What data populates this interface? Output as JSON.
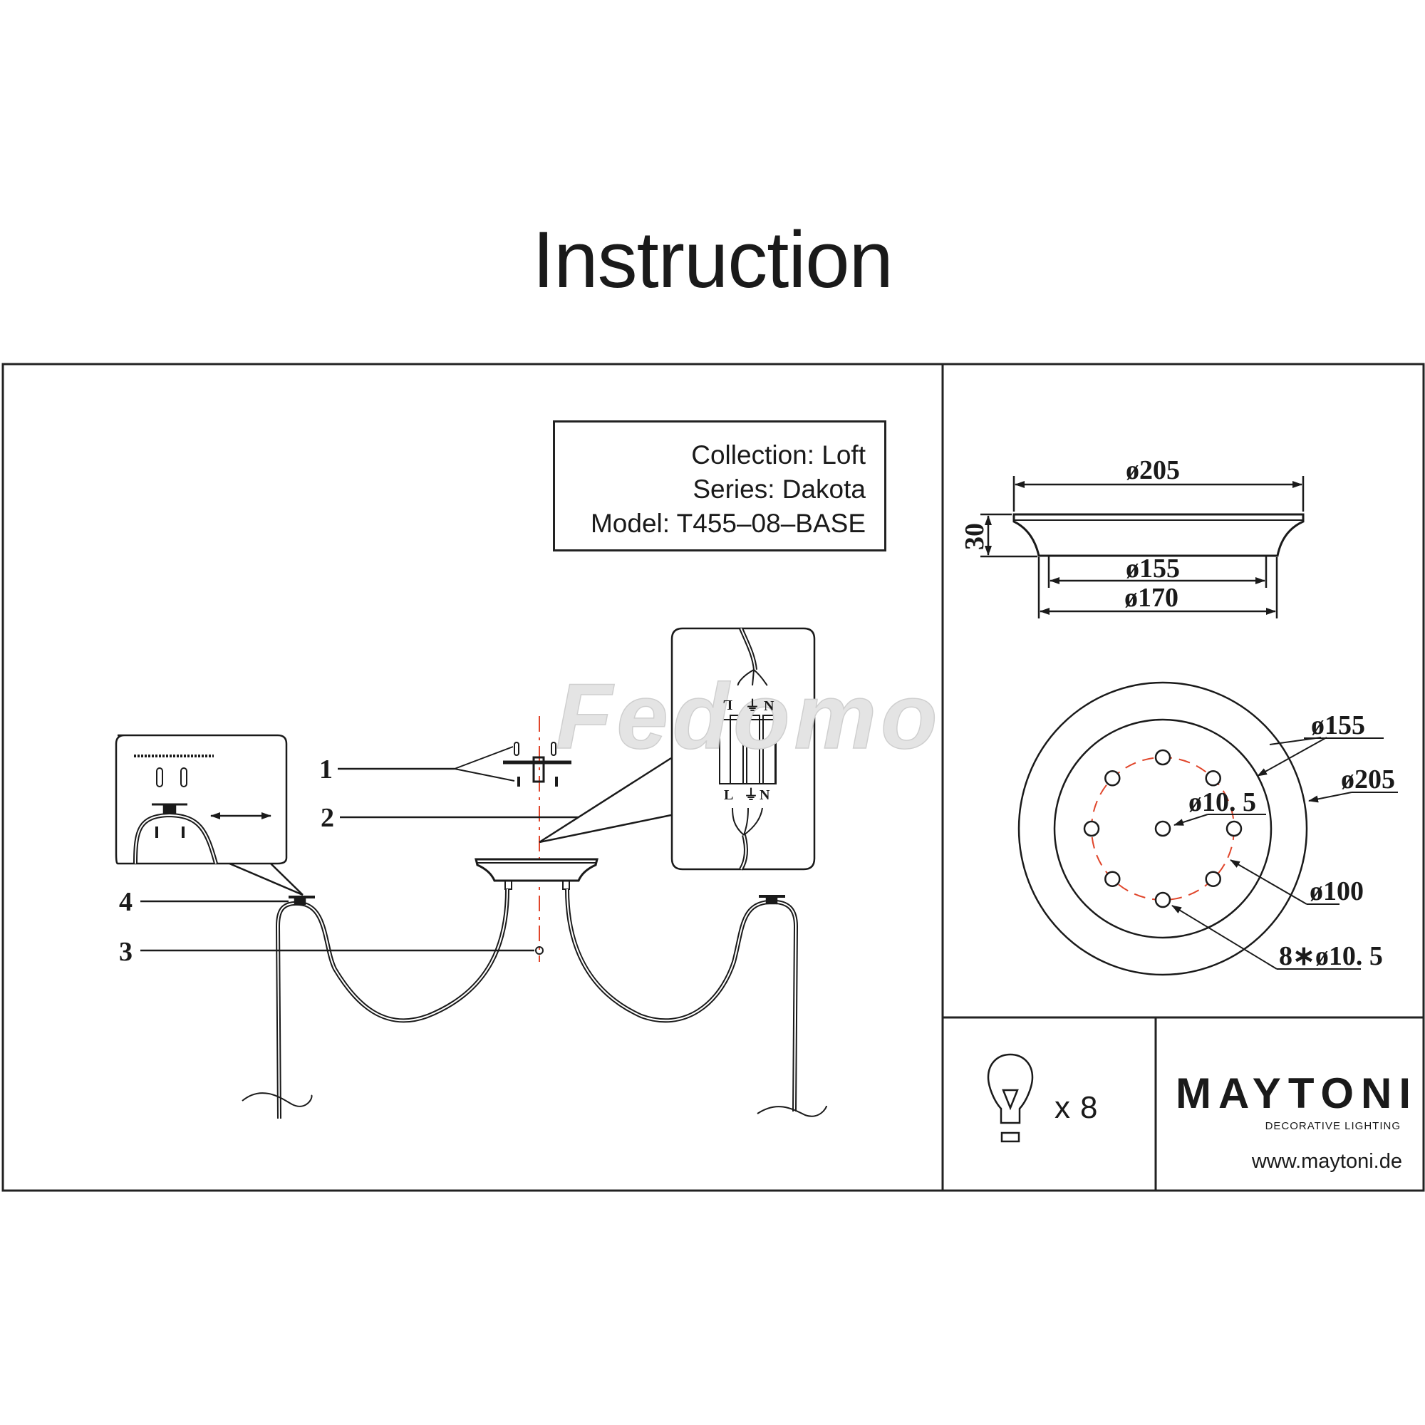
{
  "title": "Instruction",
  "info": {
    "collection": "Collection: Loft",
    "series": "Series: Dakota",
    "model": "Model: T455–08–BASE"
  },
  "watermark": "Fedomo",
  "assembly": {
    "callouts": [
      "1",
      "2",
      "3",
      "4"
    ],
    "terminal_top": [
      "L",
      "⏚",
      "N"
    ],
    "terminal_bottom": [
      "L",
      "⏚",
      "N"
    ]
  },
  "side_view": {
    "top_diameter": "ø205",
    "height": "30",
    "inner_diameter": "ø155",
    "base_diameter": "ø170"
  },
  "top_view": {
    "inner_ring": "ø155",
    "outer_ring": "ø205",
    "center_hole": "ø10. 5",
    "bolt_circle": "ø100",
    "holes": "8∗ø10. 5"
  },
  "bulbs": {
    "icon": "light-bulb-icon",
    "multiplier": "x",
    "count": "8"
  },
  "brand": {
    "name": "MAYTONI",
    "tagline": "DECORATIVE LIGHTING",
    "website": "www.maytoni.de"
  },
  "colors": {
    "line": "#1a1a1a",
    "centerline": "#e0452a"
  }
}
